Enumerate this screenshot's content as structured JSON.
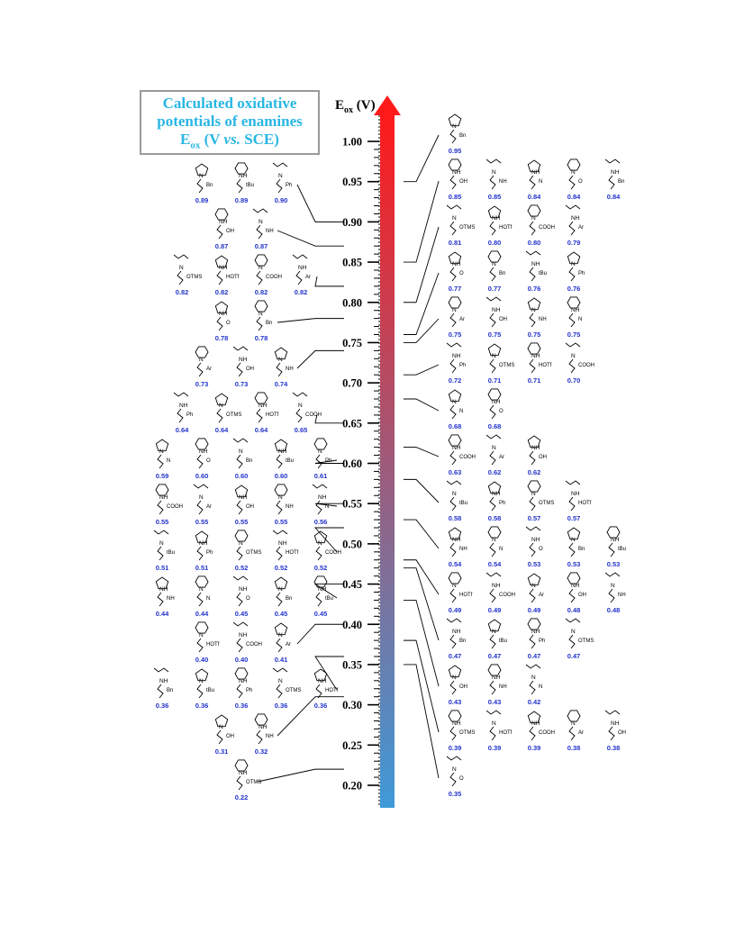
{
  "title": {
    "line1": "Calculated oxidative",
    "line2": "potentials of enamines",
    "line3_prefix": "E",
    "line3_sub": "ox",
    "line3_mid": " (V ",
    "line3_vs": "vs.",
    "line3_suffix": " SCE)"
  },
  "axis": {
    "label_main": "E",
    "label_sub": "ox",
    "label_unit": " (V)",
    "min": 0.2,
    "max": 1.0,
    "major_ticks": [
      "1.00",
      "0.95",
      "0.90",
      "0.85",
      "0.80",
      "0.75",
      "0.70",
      "0.65",
      "0.60",
      "0.55",
      "0.50",
      "0.45",
      "0.40",
      "0.35",
      "0.30",
      "0.25",
      "0.20"
    ],
    "gradient_top": "#ff1a1a",
    "gradient_bottom": "#3f9ad8"
  },
  "colors": {
    "value_label": "#2233cc",
    "structure": "#000000",
    "title_text": "#29b6e4"
  },
  "substituent_texts": [
    "Bn",
    "tBu",
    "Ph",
    "OTMS",
    "HOTf",
    "COOH",
    "Ar",
    "OH",
    "NH",
    "N",
    "O"
  ],
  "left_groups": [
    {
      "y": 0.9,
      "values": [
        "0.89",
        "0.89",
        "0.90"
      ]
    },
    {
      "y": 0.87,
      "values": [
        "0.87",
        "0.87"
      ]
    },
    {
      "y": 0.82,
      "values": [
        "0.82",
        "0.82",
        "0.82",
        "0.82"
      ]
    },
    {
      "y": 0.78,
      "values": [
        "0.78",
        "0.78"
      ]
    },
    {
      "y": 0.74,
      "values": [
        "0.73",
        "0.73",
        "0.74"
      ]
    },
    {
      "y": 0.65,
      "values": [
        "0.64",
        "0.64",
        "0.64",
        "0.65"
      ]
    },
    {
      "y": 0.6,
      "values": [
        "0.59",
        "0.60",
        "0.60",
        "0.60",
        "0.61"
      ]
    },
    {
      "y": 0.55,
      "values": [
        "0.55",
        "0.55",
        "0.55",
        "0.55",
        "0.56"
      ]
    },
    {
      "y": 0.52,
      "values": [
        "0.51",
        "0.51",
        "0.52",
        "0.52",
        "0.52"
      ]
    },
    {
      "y": 0.45,
      "values": [
        "0.44",
        "0.44",
        "0.45",
        "0.45",
        "0.45"
      ]
    },
    {
      "y": 0.4,
      "values": [
        "0.40",
        "0.40",
        "0.41"
      ]
    },
    {
      "y": 0.36,
      "values": [
        "0.36",
        "0.36",
        "0.36",
        "0.36",
        "0.36"
      ]
    },
    {
      "y": 0.31,
      "values": [
        "0.31",
        "0.32"
      ]
    },
    {
      "y": 0.22,
      "values": [
        "0.22"
      ]
    }
  ],
  "right_groups": [
    {
      "y": 0.95,
      "values": [
        "0.95"
      ]
    },
    {
      "y": 0.85,
      "values": [
        "0.85",
        "0.85",
        "0.84",
        "0.84",
        "0.84"
      ]
    },
    {
      "y": 0.8,
      "values": [
        "0.81",
        "0.80",
        "0.80",
        "0.79"
      ]
    },
    {
      "y": 0.76,
      "values": [
        "0.77",
        "0.77",
        "0.76",
        "0.76"
      ]
    },
    {
      "y": 0.75,
      "values": [
        "0.75",
        "0.75",
        "0.75",
        "0.75"
      ]
    },
    {
      "y": 0.71,
      "values": [
        "0.72",
        "0.71",
        "0.71",
        "0.70"
      ]
    },
    {
      "y": 0.68,
      "values": [
        "0.68",
        "0.68"
      ]
    },
    {
      "y": 0.62,
      "values": [
        "0.63",
        "0.62",
        "0.62"
      ]
    },
    {
      "y": 0.58,
      "values": [
        "0.58",
        "0.58",
        "0.57",
        "0.57"
      ]
    },
    {
      "y": 0.53,
      "values": [
        "0.54",
        "0.54",
        "0.53",
        "0.53",
        "0.53"
      ]
    },
    {
      "y": 0.48,
      "values": [
        "0.49",
        "0.49",
        "0.49",
        "0.48",
        "0.48"
      ]
    },
    {
      "y": 0.47,
      "values": [
        "0.47",
        "0.47",
        "0.47",
        "0.47"
      ]
    },
    {
      "y": 0.43,
      "values": [
        "0.43",
        "0.43",
        "0.42"
      ]
    },
    {
      "y": 0.38,
      "values": [
        "0.39",
        "0.39",
        "0.39",
        "0.38",
        "0.38"
      ]
    },
    {
      "y": 0.35,
      "values": [
        "0.35"
      ]
    }
  ]
}
